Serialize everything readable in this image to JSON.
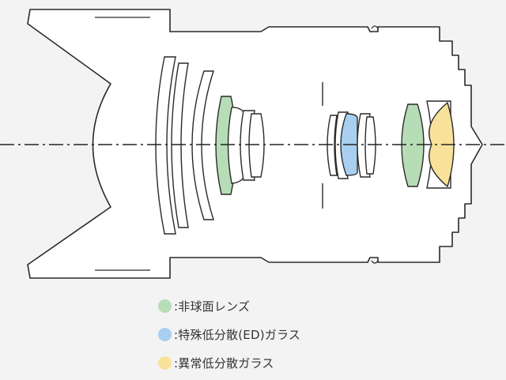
{
  "legend": {
    "items": [
      {
        "label": ":非球面レンズ",
        "color": "#b6ddb6"
      },
      {
        "label": ":特殊低分散(ED)ガラス",
        "color": "#a8cff0"
      },
      {
        "label": ":異常低分散ガラス",
        "color": "#f8e29a"
      }
    ]
  },
  "colors": {
    "background": "#f3f3f3",
    "outline": "#2a2a2a",
    "lens_fill": "#ffffff",
    "axis": "#222222"
  }
}
